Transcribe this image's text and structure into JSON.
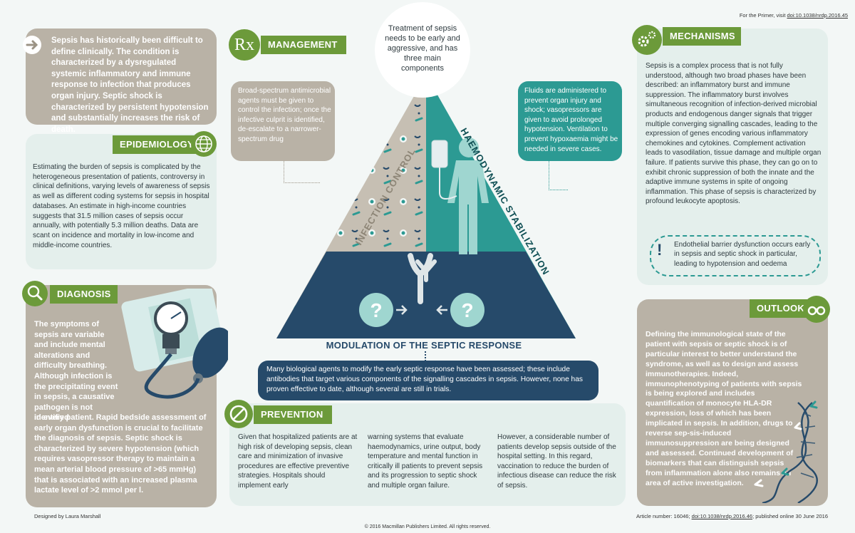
{
  "header": {
    "primer_prefix": "For the Primer, visit ",
    "primer_link": "doi:10.1038/nrdp.2016.45"
  },
  "intro": {
    "text": "Sepsis has historically been difficult to define clinically. The condition is characterized by a dysregulated systemic inflammatory and immune response to infection that produces organ injury. Septic shock is characterized by persistent hypotension and substantially increases the risk of death."
  },
  "epidemiology": {
    "title": "EPIDEMIOLOGY",
    "text": "Estimating the burden of sepsis is complicated by the heterogeneous presentation of patients, controversy in clinical definitions, varying levels of awareness of sepsis as well as different coding systems for sepsis in hospital databases. An estimate in high-income countries suggests that 31.5 million cases of sepsis occur annually, with potentially 5.3 million deaths. Data are scant on incidence and mortality in low-income and middle-income countries."
  },
  "diagnosis": {
    "title": "DIAGNOSIS",
    "text_narrow": "The symptoms of sepsis are variable and include mental alterations and difficulty breathing. Although infection is the precipitating event in sepsis, a causative pathogen is not identified",
    "text_wide": "in every patient. Rapid bedside assessment of early organ dysfunction is crucial to facilitate the diagnosis of sepsis. Septic shock is characterized by severe hypotension (which requires vasopressor therapy to maintain a mean arterial blood pressure of >65 mmHg) that is associated with an increased plasma lactate level of >2 mmol per l."
  },
  "management": {
    "title": "MANAGEMENT",
    "rx": "Rx",
    "treatment_text": "Treatment of sepsis needs to be early and aggressive, and has three main components",
    "infection_text": "Broad-spectrum antimicrobial agents must be given to control the infection; once the infective culprit is identified, de-escalate to a narrower-spectrum drug",
    "haemo_text": "Fluids are administered to prevent organ injury and shock; vasopressors are given to avoid prolonged hypotension. Ventilation to prevent hypoxaemia might be needed in severe cases.",
    "infection_label": "INFECTION CONTROL",
    "haemo_label": "HAEMODYNAMIC STABILIZATION",
    "modulation_label": "MODULATION OF THE SEPTIC RESPONSE",
    "modulation_text": "Many biological agents to modify the early septic response have been assessed; these include antibodies that target various components of the signalling cascades in sepsis. However, none has proven effective to date, although several are still in trials.",
    "question_mark": "?"
  },
  "mechanisms": {
    "title": "MECHANISMS",
    "text": "Sepsis is a complex process that is not fully understood, although two broad phases have been described: an inflammatory burst and immune suppression. The inflammatory burst involves simultaneous recognition of infection-derived microbial products and endogenous danger signals that trigger multiple converging signalling cascades, leading to the expression of genes encoding various inflammatory chemokines and cytokines. Complement activation leads to vasodilation, tissue damage and multiple organ failure. If patients survive this phase, they can go on to exhibit chronic suppression of both the innate and the adaptive immune systems in spite of ongoing inflammation. This phase of sepsis is characterized by profound leukocyte apoptosis.",
    "alert_icon": "!",
    "alert_text": "Endothelial barrier dysfunction occurs early in sepsis and septic shock in particular, leading to hypotension and oedema"
  },
  "outlook": {
    "title": "OUTLOOK",
    "text": "Defining the immunological state of the patient with sepsis or septic shock is of particular interest to better understand the syndrome, as well as to design and assess immunotherapies. Indeed, immunophenotyping of patients with sepsis is being explored and includes quantification of monocyte HLA-DR expression, loss of which has been implicated in sepsis. In addition, drugs to reverse sep-sis-induced immunosuppression are being designed and assessed. Continued development of biomarkers that can distinguish sepsis from inflammation alone also remains an area of active investigation."
  },
  "prevention": {
    "title": "PREVENTION",
    "col1": "Given that hospitalized patients are at high risk of developing sepsis, clean care and minimization of invasive procedures are effective preventive strategies. Hospitals should implement early",
    "col2": "warning systems that evaluate haemodynamics, urine output, body temperature and mental function in critically ill patients to prevent sepsis and its progression to septic shock and multiple organ failure.",
    "col3": "However, a considerable number of patients develop sepsis outside of the hospital setting. In this regard, vaccination to reduce the burden of infectious disease can reduce the risk of sepsis."
  },
  "footer": {
    "designed_by": "Designed by Laura Marshall",
    "article_prefix": "Article number: 16046; ",
    "article_link": "doi:10.1038/nrdp.2016.46",
    "article_suffix": "; published online 30 June 2016",
    "copyright": "© 2016 Macmillan Publishers Limited. All rights reserved."
  },
  "colors": {
    "green": "#6c9a3a",
    "teal": "#2c9a93",
    "navy": "#264a6a",
    "taupe": "#b9b2a6",
    "mint_panel": "#e4efec"
  },
  "icons": [
    "arrow-right-icon",
    "globe-icon",
    "magnifier-icon",
    "rx-icon",
    "gears-icon",
    "binoculars-icon",
    "no-entry-icon",
    "alert-icon",
    "antibody-icon",
    "iv-drip-icon"
  ]
}
